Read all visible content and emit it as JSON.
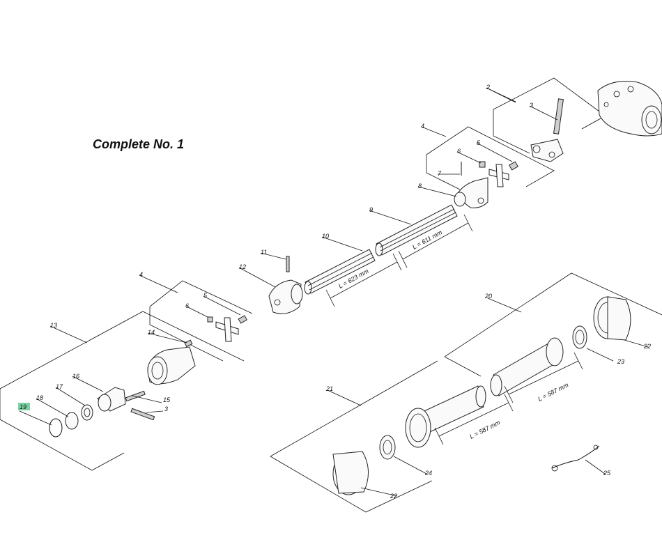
{
  "title": "Complete No. 1",
  "highlight_color": "#7fd1a3",
  "labels": {
    "p1": "2",
    "p2": "3",
    "p3": "4",
    "p4": "5",
    "p5": "6",
    "p6": "7",
    "p7": "8",
    "p8": "9",
    "p9": "10",
    "p10": "11",
    "p11": "12",
    "p12": "4",
    "p13": "5",
    "p14": "6",
    "p15": "13",
    "p16": "14",
    "p17": "16",
    "p18": "17",
    "p19": "18",
    "p20": "19",
    "p21": "15",
    "p22": "3",
    "p23": "20",
    "p24": "21",
    "p25": "22",
    "p26": "23",
    "p27": "24",
    "p28": "22",
    "p29": "25"
  },
  "dimensions": {
    "d1": "L = 611 mm",
    "d2": "L = 623 mm",
    "d3": "L = 587 mm",
    "d4": "L = 587 mm"
  }
}
